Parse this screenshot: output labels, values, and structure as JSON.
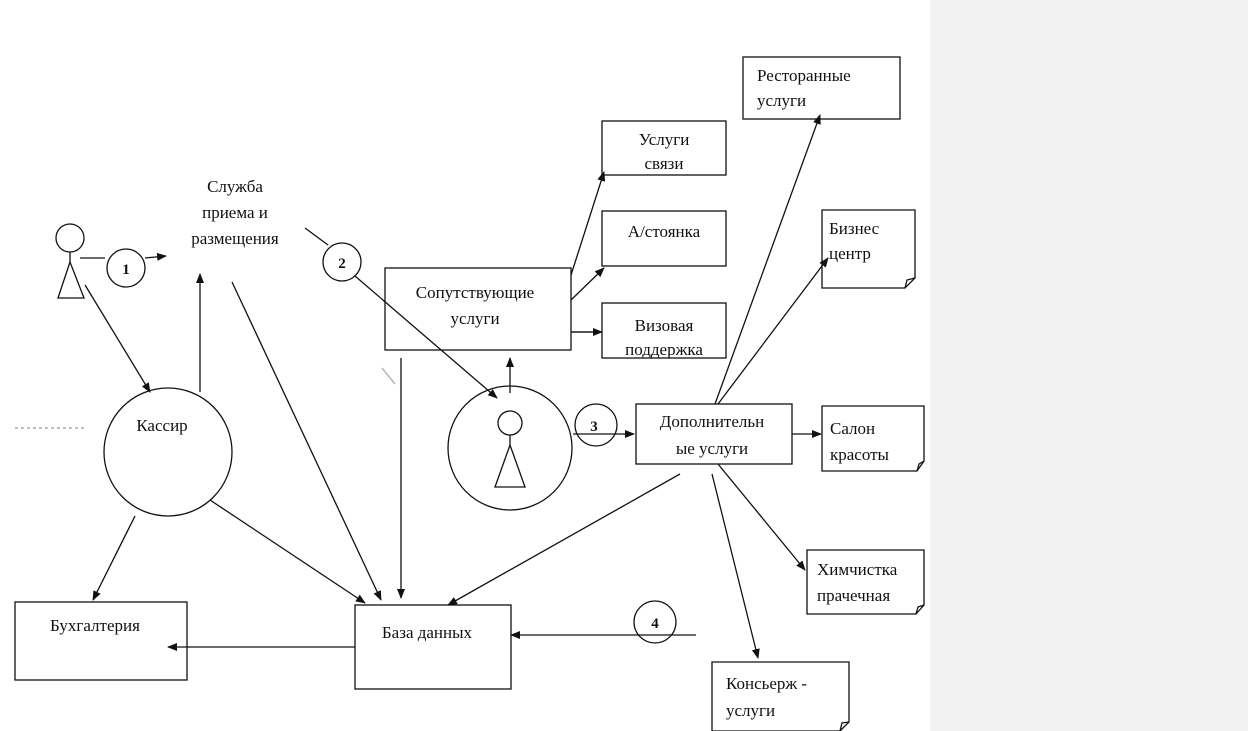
{
  "diagram": {
    "reception_label": [
      "Служба",
      "приема и",
      "размещения"
    ],
    "cashier_label": "Кассир",
    "accounting_label": "Бухгалтерия",
    "database_label": "База данных",
    "related_services_label": [
      "Сопутствующие",
      "услуги"
    ],
    "additional_services_label": [
      "Дополнительн",
      "ые услуги"
    ],
    "communication_label": [
      "Услуги",
      "связи"
    ],
    "parking_label": "А/стоянка",
    "visa_label": [
      "Визовая",
      "поддержка"
    ],
    "restaurant_label": [
      "Ресторанные",
      "услуги"
    ],
    "business_center_label": [
      "Бизнес",
      "центр"
    ],
    "beauty_salon_label": [
      "Салон",
      "красоты"
    ],
    "dry_cleaning_label": [
      "Химчистка",
      "прачечная"
    ],
    "concierge_label": [
      "Консьерж -",
      "услуги"
    ],
    "step_numbers": [
      "1",
      "2",
      "3",
      "4"
    ]
  }
}
